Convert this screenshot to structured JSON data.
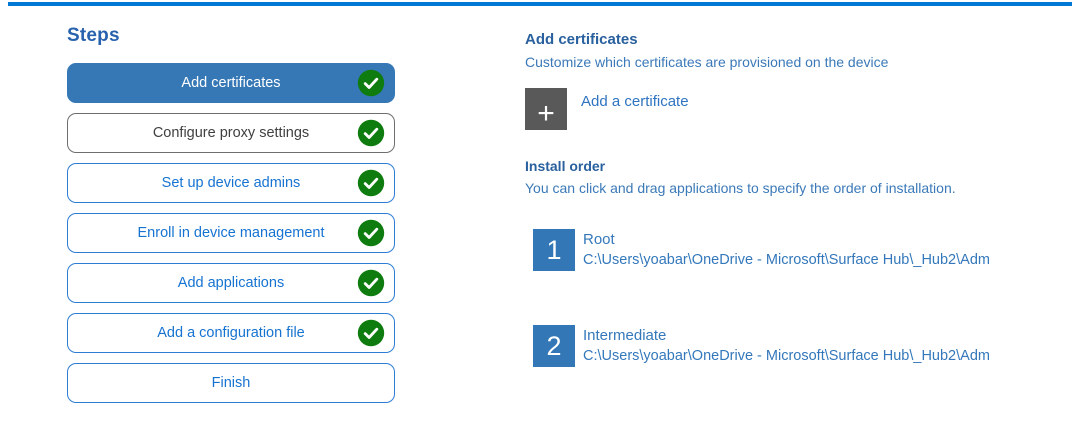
{
  "colors": {
    "top_rule": "#0078d4",
    "active_step_bg": "#3678b5",
    "step_border": "#2e7cd4",
    "step_text": "#1673d1",
    "check_green": "#0e7c0e",
    "heading_blue": "#29609e",
    "body_blue": "#3b79b8",
    "tile_gray": "#595959",
    "tile_blue": "#3377b6"
  },
  "sidebar": {
    "title": "Steps",
    "steps": [
      {
        "label": "Add certificates",
        "state": "active",
        "completed": true
      },
      {
        "label": "Configure proxy settings",
        "state": "neutral",
        "completed": true
      },
      {
        "label": "Set up device admins",
        "state": "default",
        "completed": true
      },
      {
        "label": "Enroll in device management",
        "state": "default",
        "completed": true
      },
      {
        "label": "Add applications",
        "state": "default",
        "completed": true
      },
      {
        "label": "Add a configuration file",
        "state": "default",
        "completed": true
      },
      {
        "label": "Finish",
        "state": "default",
        "completed": false
      }
    ]
  },
  "main": {
    "heading": "Add certificates",
    "subheading": "Customize which certificates are provisioned on the device",
    "add_button": {
      "icon": "+",
      "label": "Add a certificate"
    },
    "install_order": {
      "heading": "Install order",
      "hint": "You can click and drag applications to specify the order of installation.",
      "items": [
        {
          "number": "1",
          "name": "Root",
          "path": "C:\\Users\\yoabar\\OneDrive - Microsoft\\Surface Hub\\_Hub2\\Adm"
        },
        {
          "number": "2",
          "name": "Intermediate",
          "path": "C:\\Users\\yoabar\\OneDrive - Microsoft\\Surface Hub\\_Hub2\\Adm"
        }
      ]
    }
  }
}
